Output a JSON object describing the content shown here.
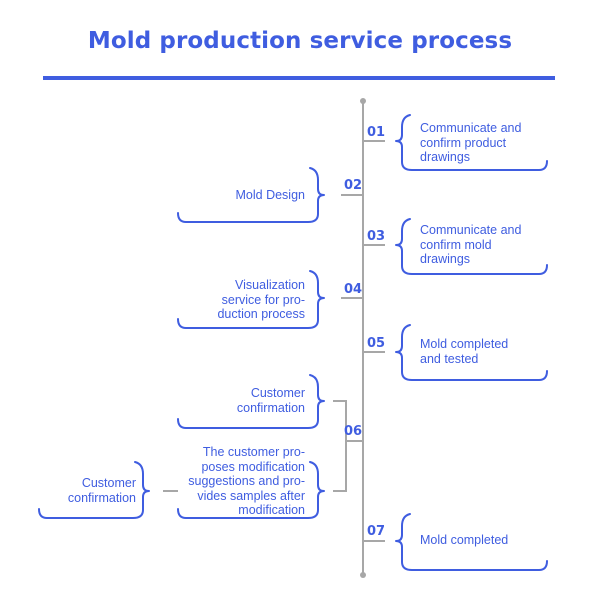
{
  "title": "Mold production service process",
  "colors": {
    "accent": "#3f5de0",
    "axis": "#a7a7a7"
  },
  "steps": [
    {
      "number": "01",
      "label": "Communicate and\nconfirm product\ndrawings"
    },
    {
      "number": "02",
      "label": "Mold Design"
    },
    {
      "number": "03",
      "label": "Communicate and\nconfirm mold\ndrawings"
    },
    {
      "number": "04",
      "label": "Visualization\nservice for pro-\nduction process"
    },
    {
      "number": "05",
      "label": "Mold completed\nand tested"
    },
    {
      "number": "06",
      "labels": [
        "Customer\nconfirmation",
        "The customer pro-\nposes modification\nsuggestions and pro-\nvides samples after\nmodification"
      ]
    },
    {
      "number": "07",
      "label": "Mold completed"
    }
  ],
  "side_note": "Customer\nconfirmation"
}
